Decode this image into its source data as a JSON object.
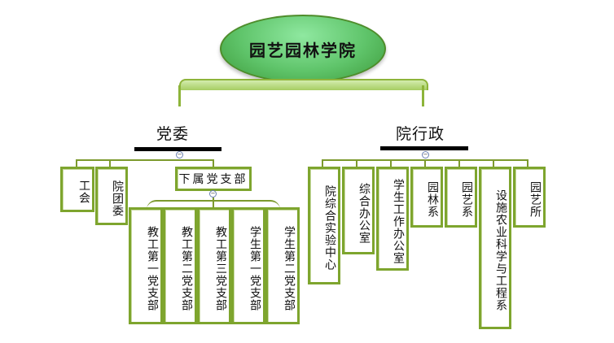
{
  "root": {
    "label": "园艺园林学院"
  },
  "party": {
    "heading": "党委",
    "collapse_glyph": "−",
    "children": [
      {
        "label": "工会"
      },
      {
        "label": "院团委"
      },
      {
        "label": "下属党支部"
      }
    ],
    "branches": {
      "collapse_glyph": "−",
      "items": [
        {
          "label": "教工第一党支部"
        },
        {
          "label": "教工第二党支部"
        },
        {
          "label": "教工第三党支部"
        },
        {
          "label": "学生第一党支部"
        },
        {
          "label": "学生第二党支部"
        }
      ]
    }
  },
  "admin": {
    "heading": "院行政",
    "collapse_glyph": "−",
    "items": [
      {
        "label": "院综合实验中心"
      },
      {
        "label": "综合办公室"
      },
      {
        "label": "学生工作办公室"
      },
      {
        "label": "园林系"
      },
      {
        "label": "园艺系"
      },
      {
        "label": "设施农业科学与工程系"
      },
      {
        "label": "园艺所"
      }
    ]
  },
  "colors": {
    "accent": "#7ea52e",
    "root_fill": "#5fc46a"
  }
}
